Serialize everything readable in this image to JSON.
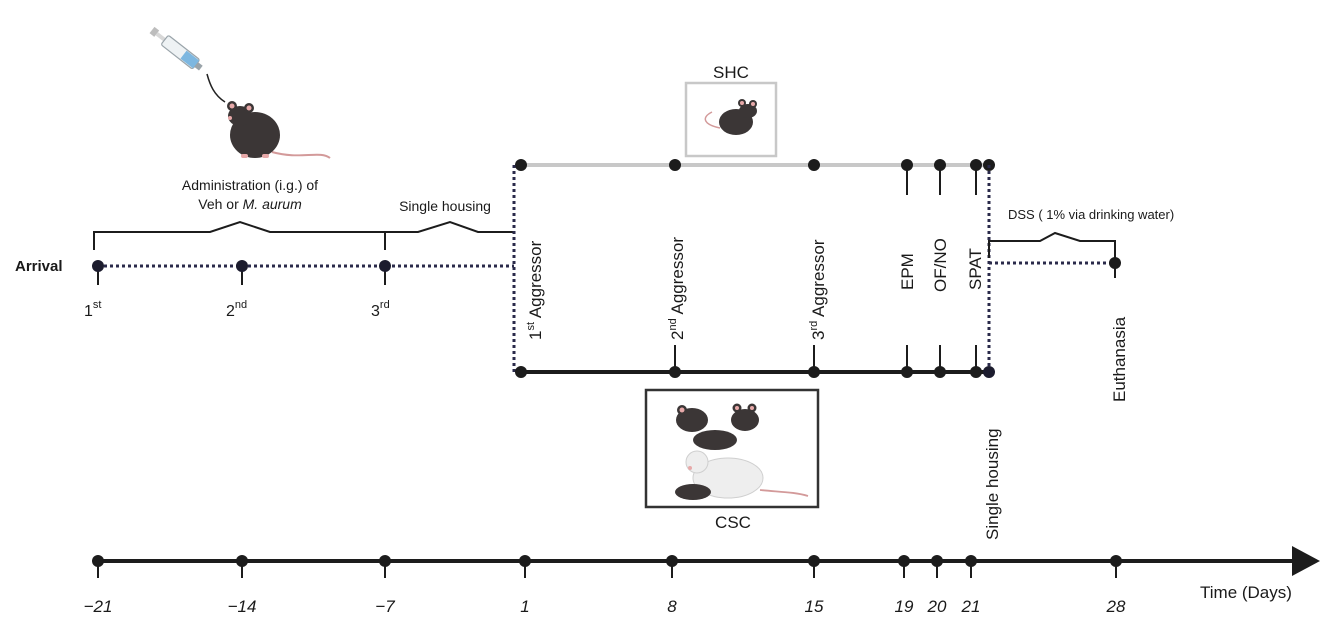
{
  "arrival_label": "Arrival",
  "administration": {
    "line1": "Administration (i.g.) of",
    "line2_prefix": "Veh or ",
    "line2_species": "M. aurum",
    "doses": [
      {
        "num": "1",
        "sup": "st"
      },
      {
        "num": "2",
        "sup": "nd"
      },
      {
        "num": "3",
        "sup": "rd"
      }
    ]
  },
  "single_housing_top": "Single housing",
  "shc_label": "SHC",
  "csc_label": "CSC",
  "aggressors": [
    {
      "num": "1",
      "sup": "st",
      "rest": " Aggressor"
    },
    {
      "num": "2",
      "sup": "nd",
      "rest": " Aggressor"
    },
    {
      "num": "3",
      "sup": "rd",
      "rest": " Aggressor"
    }
  ],
  "tests": [
    "EPM",
    "OF/NO",
    "SPAT"
  ],
  "dss_label": "DSS ( 1% via drinking water)",
  "single_housing_bottom": "Single housing",
  "euthanasia_label": "Euthanasia",
  "timeline": {
    "days": [
      "−21",
      "−14",
      "−7",
      "1",
      "8",
      "15",
      "19",
      "20",
      "21",
      "28"
    ],
    "axis_label": "Time (Days)"
  },
  "colors": {
    "line": "#1c1c1c",
    "shc_line": "#c8c8c8",
    "dotted": "#2a2a4a",
    "shc_box": "#c8c8c8",
    "csc_box": "#333333"
  }
}
